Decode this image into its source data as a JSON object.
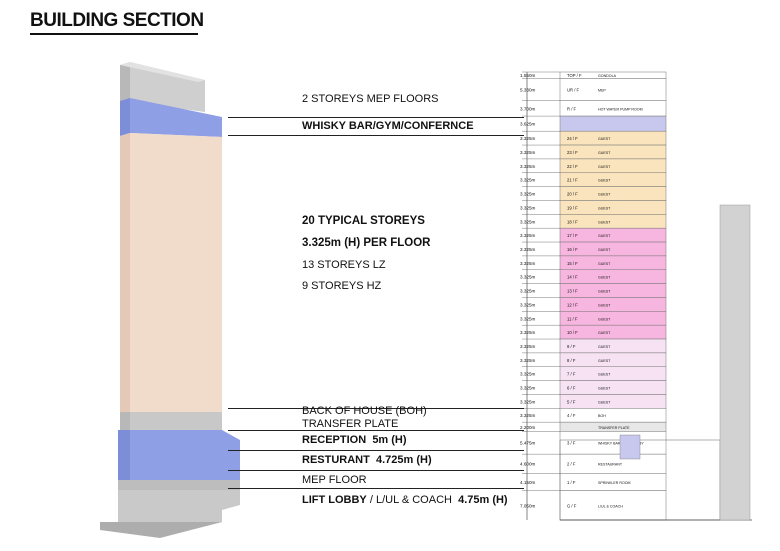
{
  "title": "BUILDING SECTION",
  "labels": {
    "mep_top": "2 STOREYS MEP FLOORS",
    "whisky": "WHISKY BAR/GYM/CONFERNCE",
    "typical": "20 TYPICAL STOREYS",
    "per_floor": "3.325m (H) PER FLOOR",
    "lz": "13 STOREYS LZ",
    "hz": "9 STOREYS HZ",
    "boh": "BACK OF HOUSE (BOH)",
    "transfer": "TRANSFER PLATE",
    "reception_name": "RECEPTION",
    "reception_h": "5m (H)",
    "restaurant_name": "RESTURANT",
    "restaurant_h": "4.725m (H)",
    "mep_floor": "MEP FLOOR",
    "lobby_name": "LIFT LOBBY",
    "lobby_rest": " / L/UL & COACH",
    "lobby_h": "4.75m (H)"
  },
  "colors": {
    "tower_beige": "#f1dccb",
    "tower_blue": "#8f9fe6",
    "tower_grey": "#c8c8c8",
    "hz_orange": "#f9e4bd",
    "lz_pink": "#f7b6df",
    "lz_light": "#f6e2f3",
    "lavender": "#c8c8ee"
  },
  "section": {
    "floors": [
      {
        "label": "TOP / F",
        "height": "1.550m",
        "use": "GONDOLA"
      },
      {
        "label": "UR / F",
        "height": "5.330m",
        "use": "MEP"
      },
      {
        "label": "R / F",
        "height": "3.700m",
        "use": "HOT WATER PUMP ROOM"
      },
      {
        "label": "",
        "height": "3.625m",
        "use": ""
      },
      {
        "label": "24 / F",
        "height": "3.325m",
        "use": "GUEST"
      },
      {
        "label": "23 / F",
        "height": "3.325m",
        "use": "GUEST"
      },
      {
        "label": "22 / F",
        "height": "3.325m",
        "use": "GUEST"
      },
      {
        "label": "21 / F",
        "height": "3.325m",
        "use": "GUEST"
      },
      {
        "label": "20 / F",
        "height": "3.325m",
        "use": "GUEST"
      },
      {
        "label": "19 / F",
        "height": "3.325m",
        "use": "GUEST"
      },
      {
        "label": "18 / F",
        "height": "3.325m",
        "use": "GUEST"
      },
      {
        "label": "17 / F",
        "height": "3.325m",
        "use": "GUEST"
      },
      {
        "label": "16 / F",
        "height": "3.325m",
        "use": "GUEST"
      },
      {
        "label": "15 / F",
        "height": "3.325m",
        "use": "GUEST"
      },
      {
        "label": "14 / F",
        "height": "3.325m",
        "use": "GUEST"
      },
      {
        "label": "13 / F",
        "height": "3.325m",
        "use": "GUEST"
      },
      {
        "label": "12 / F",
        "height": "3.325m",
        "use": "GUEST"
      },
      {
        "label": "11 / F",
        "height": "3.325m",
        "use": "GUEST"
      },
      {
        "label": "10 / F",
        "height": "3.325m",
        "use": "GUEST"
      },
      {
        "label": "9 / F",
        "height": "3.325m",
        "use": "GUEST"
      },
      {
        "label": "8 / F",
        "height": "3.325m",
        "use": "GUEST"
      },
      {
        "label": "7 / F",
        "height": "3.325m",
        "use": "GUEST"
      },
      {
        "label": "6 / F",
        "height": "3.325m",
        "use": "GUEST"
      },
      {
        "label": "5 / F",
        "height": "3.325m",
        "use": "GUEST"
      },
      {
        "label": "4 / F",
        "height": "3.325m",
        "use": "BOH"
      },
      {
        "label": "",
        "height": "2.200m",
        "use": "TRANSFER PLATE"
      },
      {
        "label": "3 / F",
        "height": "5.475m",
        "use": "WHISKY BAR / LIFT LOBBY"
      },
      {
        "label": "2 / F",
        "height": "4.600m",
        "use": "RESTAURANT"
      },
      {
        "label": "1 / F",
        "height": "4.150m",
        "use": "SPRINKLER ROOM"
      },
      {
        "label": "G / F",
        "height": "7.050m",
        "use": "L/UL & COACH"
      }
    ]
  }
}
